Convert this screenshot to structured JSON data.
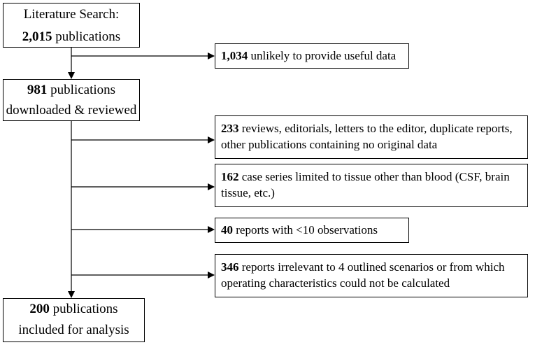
{
  "boxes": {
    "search": {
      "line1": "Literature Search:",
      "count": "2,015",
      "line2_rest": " publications"
    },
    "downloaded": {
      "count": "981",
      "line1_rest": " publications",
      "line2": "downloaded & reviewed"
    },
    "included": {
      "count": "200",
      "line1_rest": " publications",
      "line2": "included for analysis"
    }
  },
  "exclusions": [
    {
      "count": "1,034",
      "text": " unlikely to provide useful data"
    },
    {
      "count": "233",
      "text": " reviews, editorials, letters to the editor, duplicate reports, other publications containing no original data"
    },
    {
      "count": "162",
      "text": " case series limited to tissue other than blood (CSF, brain tissue, etc.)"
    },
    {
      "count": "40",
      "text": " reports with <10 observations"
    },
    {
      "count": "346",
      "text": " reports irrelevant to 4 outlined scenarios or from which operating characteristics could not be calculated"
    }
  ]
}
